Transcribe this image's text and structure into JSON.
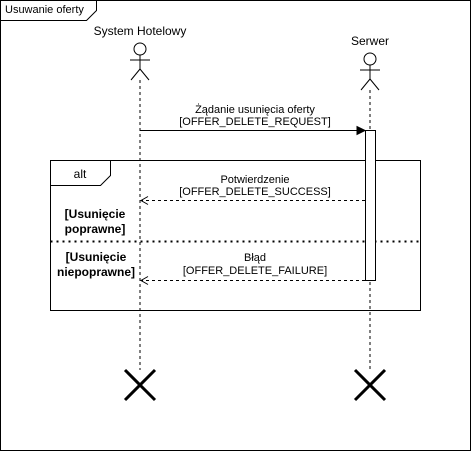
{
  "frame": {
    "title": "Usuwanie oferty"
  },
  "actors": [
    {
      "id": "hotel",
      "label": "System Hotelowy"
    },
    {
      "id": "server",
      "label": "Serwer"
    }
  ],
  "fragment": {
    "operator": "alt",
    "guards": [
      {
        "line1": "[Usunięcie",
        "line2": "poprawne]"
      },
      {
        "line1": "[Usunięcie",
        "line2": "niepoprawne]"
      }
    ]
  },
  "messages": [
    {
      "from": "hotel",
      "to": "server",
      "style": "solid",
      "line1": "Żądanie usunięcia oferty",
      "line2": "[OFFER_DELETE_REQUEST]"
    },
    {
      "from": "server",
      "to": "hotel",
      "style": "dashed",
      "line1": "Potwierdzenie",
      "line2": "[OFFER_DELETE_SUCCESS]"
    },
    {
      "from": "server",
      "to": "hotel",
      "style": "dashed",
      "line1": "Błąd",
      "line2": "[OFFER_DELETE_FAILURE]"
    }
  ],
  "colors": {
    "line": "#000000",
    "background": "#ffffff"
  }
}
